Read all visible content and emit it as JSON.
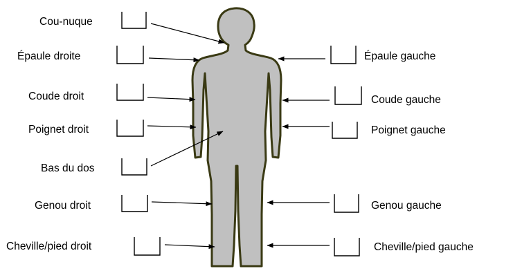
{
  "figure_style": {
    "body_fill": "#c0c0c0",
    "body_outline": "#3a3a14",
    "line_color": "#000000"
  },
  "labels": {
    "neck": "Cou-nuque",
    "shoulder_right": "Épaule droite",
    "shoulder_left": "Épaule gauche",
    "elbow_right": "Coude droit",
    "elbow_left": "Coude gauche",
    "wrist_right": "Poignet droit",
    "wrist_left": "Poignet gauche",
    "lower_back": "Bas du dos",
    "knee_right": "Genou droit",
    "knee_left": "Genou gauche",
    "ankle_right": "Cheville/pied droit",
    "ankle_left": "Cheville/pied gauche"
  }
}
